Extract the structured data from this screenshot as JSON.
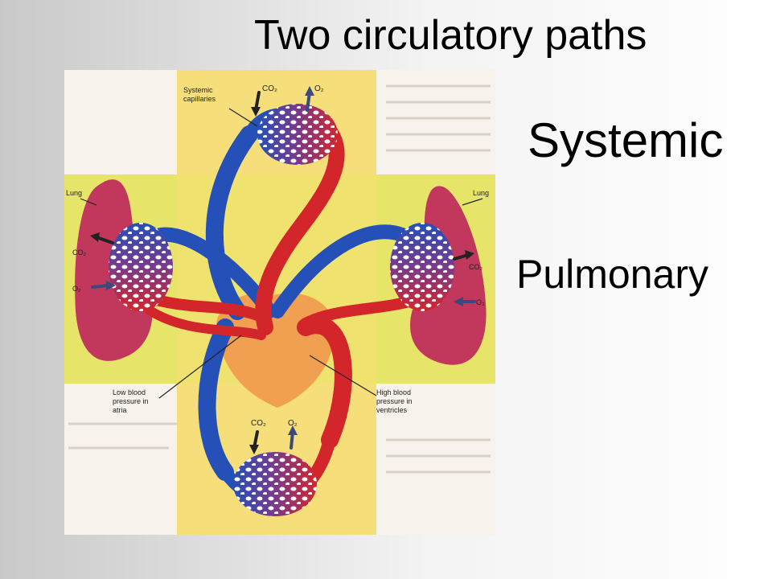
{
  "slide": {
    "title": "Two circulatory paths",
    "systemic_label": "Systemic",
    "pulmonary_label": "Pulmonary"
  },
  "figure": {
    "labels": {
      "systemic_capillaries_line1": "Systemic",
      "systemic_capillaries_line2": "capillaries",
      "co2_top": "CO₂",
      "o2_top": "O₂",
      "lung_left": "Lung",
      "lung_right": "Lung",
      "co2_left": "CO₂",
      "o2_left": "O₂",
      "co2_right": "CO₂",
      "o2_right": "O₂",
      "co2_bottom": "CO₂",
      "o2_bottom": "O₂",
      "low_pressure_line1": "Low blood",
      "low_pressure_line2": "pressure in",
      "low_pressure_line3": "atria",
      "high_pressure_line1": "High blood",
      "high_pressure_line2": "pressure in",
      "high_pressure_line3": "ventricles"
    }
  },
  "colors": {
    "oxygenated": "#d3262b",
    "deoxygenated": "#2450b8",
    "lung": "#c2385c",
    "capillary_mix": "#7a3a8a",
    "heart": "#f0a050",
    "vertical_band": "#f6df7a",
    "horizontal_band": "#e6e56a"
  }
}
